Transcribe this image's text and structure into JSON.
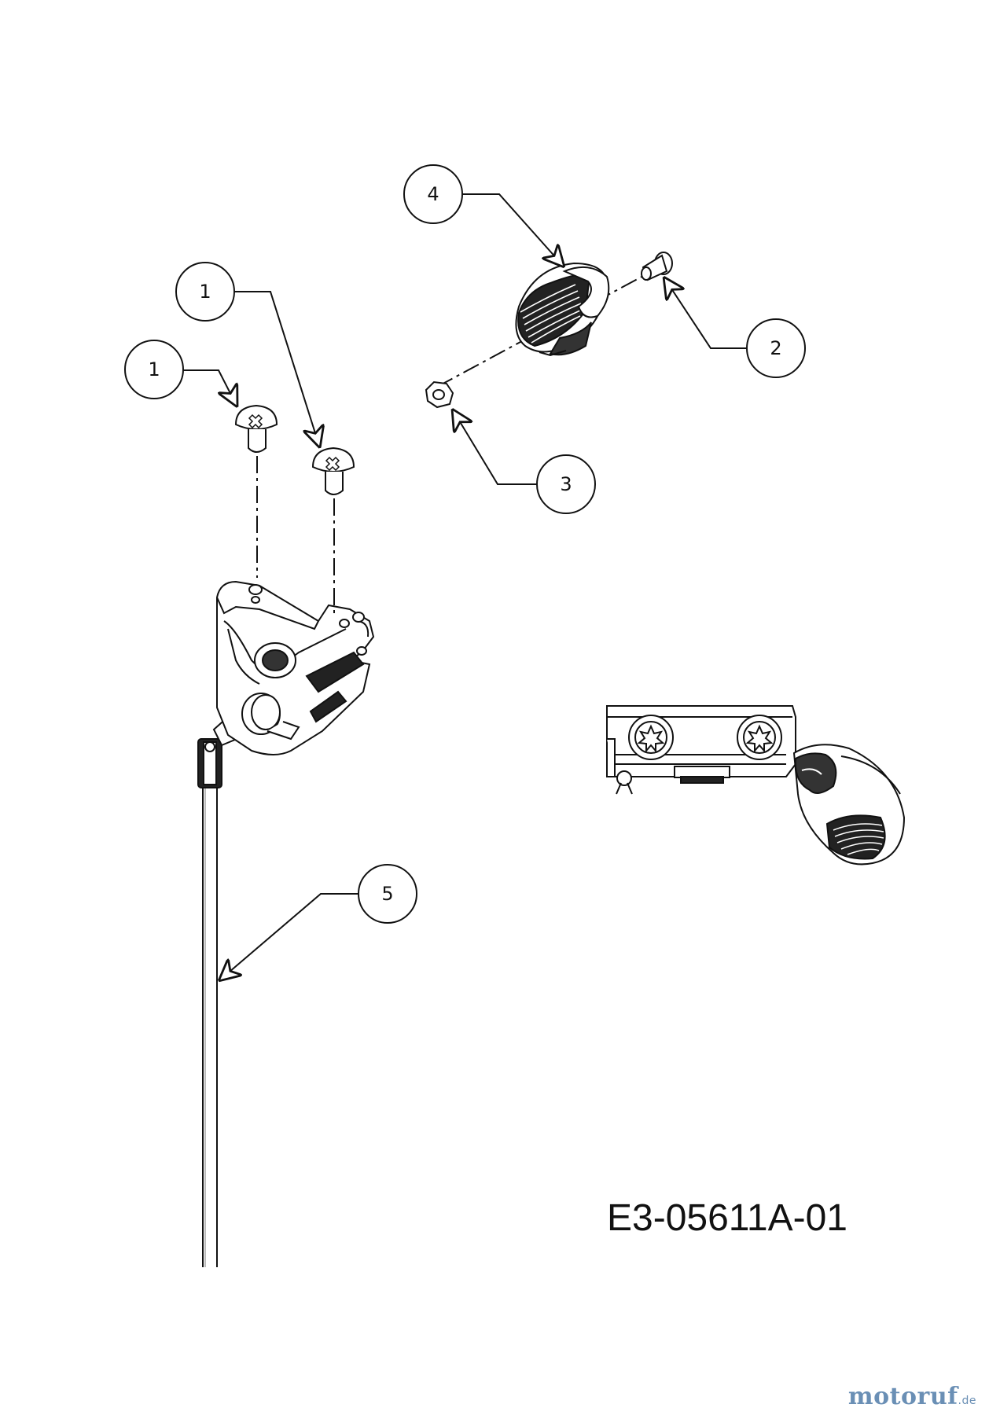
{
  "callouts": {
    "c1a": "1",
    "c1b": "1",
    "c2": "2",
    "c3": "3",
    "c4": "4",
    "c5": "5"
  },
  "drawing_code": "E3-05611A-01",
  "watermark": {
    "brand": "motoruf",
    "tld": ".de"
  },
  "colors": {
    "line": "#111111",
    "watermark": "#6a8fb5"
  },
  "icons": [
    "screw-icon",
    "nut-icon",
    "knob-icon",
    "bracket-icon",
    "rod-icon"
  ]
}
